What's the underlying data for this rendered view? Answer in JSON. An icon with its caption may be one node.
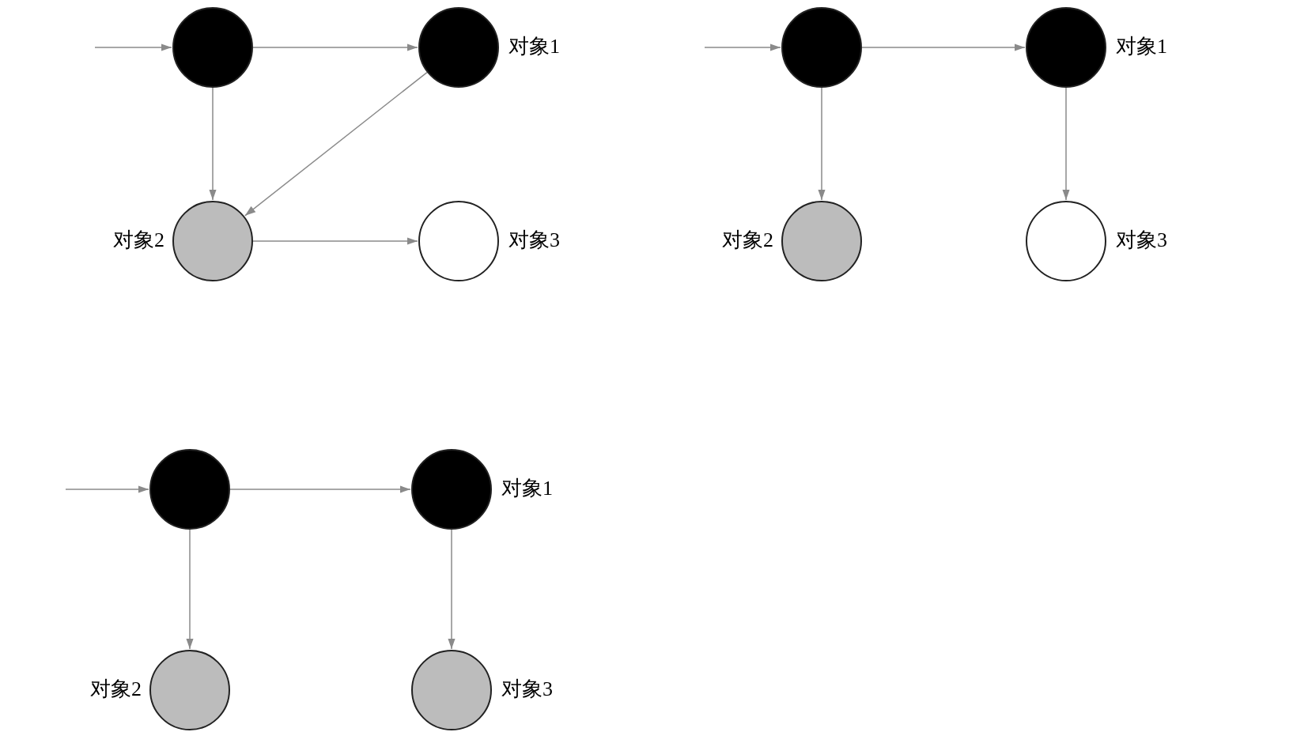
{
  "diagram": {
    "nodes": [
      {
        "text": [],
        "shape": "circle"
      },
      {
        "text": [],
        "shape": "circle",
        "beside": [
          "对象1"
        ]
      },
      {
        "text": [],
        "shape": "circle",
        "beside": [
          "对象2"
        ]
      },
      {
        "text": [],
        "shape": "circle",
        "beside": [
          "对象3"
        ]
      },
      {
        "text": [],
        "shape": "circle"
      },
      {
        "text": [],
        "shape": "circle",
        "beside": [
          "对象1"
        ]
      },
      {
        "text": [],
        "shape": "circle",
        "beside": [
          "对象2"
        ]
      },
      {
        "text": [],
        "shape": "circle",
        "beside": [
          "对象3"
        ]
      },
      {
        "text": [],
        "shape": "circle"
      },
      {
        "text": [],
        "shape": "circle",
        "beside": [
          "对象1"
        ]
      },
      {
        "text": [],
        "shape": "circle",
        "beside": [
          "对象2"
        ]
      },
      {
        "text": [],
        "shape": "circle",
        "beside": [
          "对象3"
        ]
      }
    ],
    "edges": [
      {
        "from": null,
        "to": 0,
        "arrow": "to"
      },
      {
        "from": 0,
        "to": 1,
        "arrow": "to"
      },
      {
        "from": 0,
        "to": 2,
        "arrow": "to"
      },
      {
        "from": 1,
        "to": 2,
        "arrow": "to"
      },
      {
        "from": 2,
        "to": 3,
        "arrow": "to"
      },
      {
        "from": null,
        "to": 4,
        "arrow": "to"
      },
      {
        "from": 4,
        "to": 5,
        "arrow": "to"
      },
      {
        "from": 4,
        "to": 6,
        "arrow": "to"
      },
      {
        "from": 5,
        "to": 7,
        "arrow": "to"
      },
      {
        "from": null,
        "to": 8,
        "arrow": "to"
      },
      {
        "from": 8,
        "to": 9,
        "arrow": "to"
      },
      {
        "from": 8,
        "to": 10,
        "arrow": "to"
      },
      {
        "from": 9,
        "to": 11,
        "arrow": "to"
      }
    ]
  }
}
